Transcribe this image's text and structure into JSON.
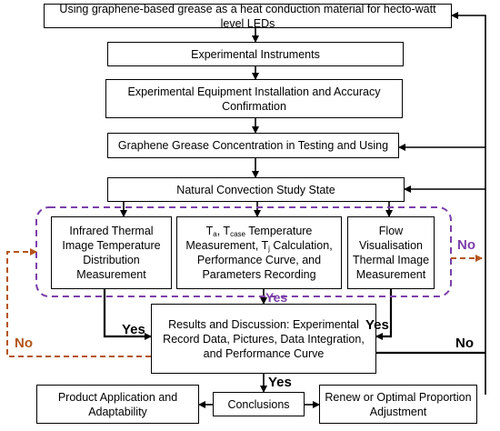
{
  "nodes": {
    "title": "Using graphene-based grease as a heat conduction material for hecto-watt level LEDs",
    "instruments": "Experimental Instruments",
    "installation": "Experimental Equipment Installation and Accuracy Confirmation",
    "concentration": "Graphene Grease Concentration in Testing and Using",
    "natural_convection": "Natural Convection Study State",
    "infrared": "Infrared Thermal Image Temperature Distribution Measurement",
    "temperature": {
      "t_a": "T",
      "t_a_sub": "a",
      "sep": ", T",
      "t_case_sub": "case",
      "line1_rest": " Temperature Measurement, T",
      "t_j_sub": "j",
      "line2_rest": " Calculation, Performance Curve, and Parameters Recording"
    },
    "flow": "Flow Visualisation Thermal Image Measurement",
    "results": "Results and Discussion: Experimental Record Data, Pictures, Data Integration, and Performance Curve",
    "product": "Product Application and Adaptability",
    "conclusions": "Conclusions",
    "renew": "Renew or Optimal Proportion Adjustment"
  },
  "labels": {
    "yes_left": "Yes",
    "yes_right": "Yes",
    "yes_dashed": "Yes",
    "yes_down": "Yes",
    "no_right_dashed": "No",
    "no_left_dashed": "No",
    "no_right_solid": "No"
  },
  "colors": {
    "line": "#000000",
    "purple_dash": "#7b3fa9",
    "orange_dash": "#b5541a"
  }
}
